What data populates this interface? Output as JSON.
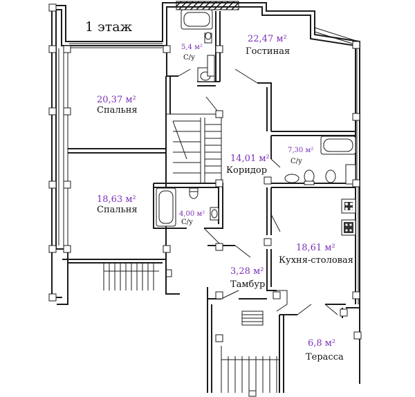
{
  "floor_label": "1 этаж",
  "rooms": [
    {
      "id": "bath1",
      "area": "5,4 м²",
      "name": "С/у"
    },
    {
      "id": "living",
      "area": "22,47 м²",
      "name": "Гостиная"
    },
    {
      "id": "bedroom1",
      "area": "20,37 м²",
      "name": "Спальня"
    },
    {
      "id": "corridor",
      "area": "14,01 м²",
      "name": "Коридор"
    },
    {
      "id": "bath2",
      "area": "7,30 м²",
      "name": "С/у"
    },
    {
      "id": "bedroom2",
      "area": "18,63 м²",
      "name": "Спальня"
    },
    {
      "id": "bath3",
      "area": "4,00 м²",
      "name": "С/у"
    },
    {
      "id": "kitchen",
      "area": "18,61 м²",
      "name": "Кухня-столовая"
    },
    {
      "id": "vestibule",
      "area": "3,28 м²",
      "name": "Тамбур"
    },
    {
      "id": "terrace",
      "area": "6,8 м²",
      "name": "Терасса"
    }
  ],
  "colors": {
    "area_text": "#7b2fb5",
    "walls": "#1a1a1a"
  }
}
